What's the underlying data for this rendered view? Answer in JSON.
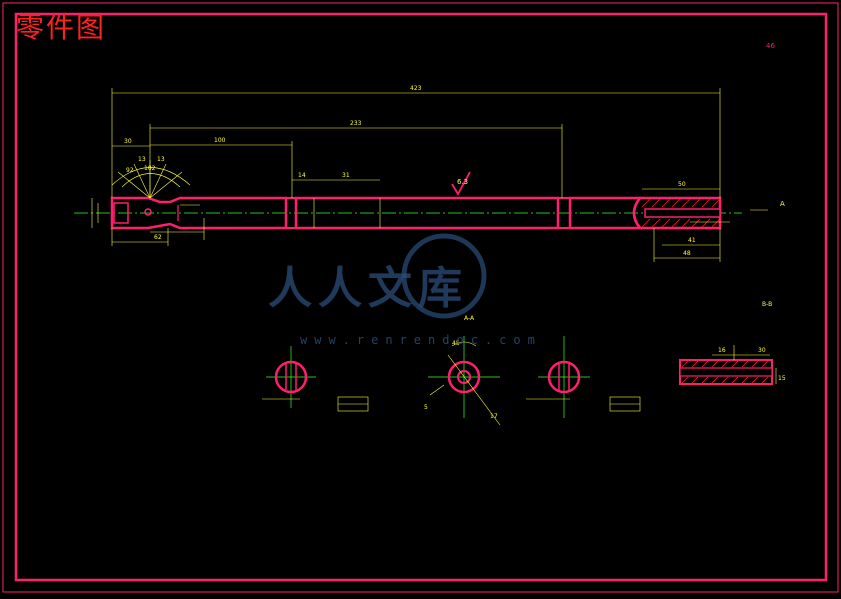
{
  "drawing": {
    "title": "零件图",
    "watermark": {
      "brand": "人人文库",
      "url": "www.renrendoc.com"
    },
    "colors": {
      "background": "#000000",
      "frame": "#ff1f6e",
      "outline": "#ff1f6e",
      "dimension": "#ffff33",
      "centerline": "#33ff33",
      "hatch": "#ff2020",
      "title": "#ff2020",
      "watermark": "#2a4e7a"
    },
    "labels": {
      "corner_mark": "46",
      "overall_length": "423",
      "dim_233": "233",
      "dim_100": "100",
      "dim_30": "30",
      "dim_14": "14",
      "dim_31": "31",
      "dim_50": "50",
      "dim_41": "41",
      "dim_48": "48",
      "dim_13a": "13",
      "dim_13b": "13",
      "dim_92": "92",
      "dim_102": "102",
      "dim_62": "62",
      "roughness": "6.3",
      "view_a": "A",
      "section_aa": "A-A",
      "section_bb": "B-B",
      "dim_45": "45",
      "dim_5": "5",
      "dim_17": "17",
      "dim_16": "16",
      "dim_30b": "30",
      "dim_15": "15"
    }
  }
}
